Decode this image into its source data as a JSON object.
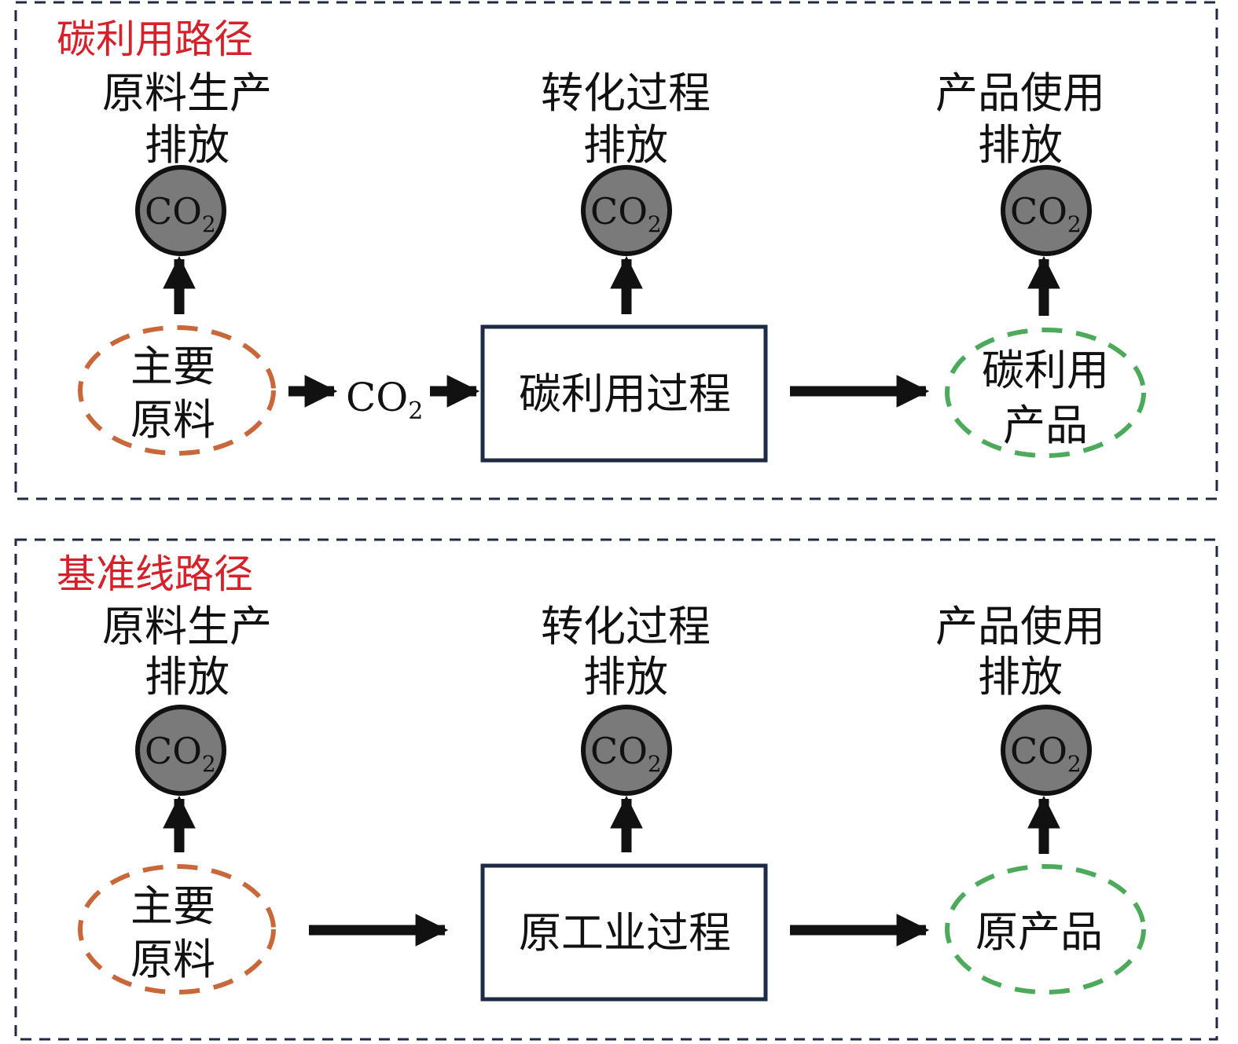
{
  "colors": {
    "panel_border": "#1f2a44",
    "panel_title": "#d4212a",
    "raw_material_ellipse": "#c8683a",
    "product_ellipse": "#4caa5a",
    "process_box_border": "#1f2a44",
    "co2_circle_fill": "#7a7a7a",
    "arrow": "#111111"
  },
  "co2": {
    "main": "CO",
    "sub": "2"
  },
  "panels": [
    {
      "title": "碳利用路径",
      "emissions": [
        {
          "line1": "原料生产",
          "line2": "排放"
        },
        {
          "line1": "转化过程",
          "line2": "排放"
        },
        {
          "line1": "产品使用",
          "line2": "排放"
        }
      ],
      "raw_material": {
        "line1": "主要",
        "line2": "原料"
      },
      "intermediate": {
        "main": "CO",
        "sub": "2"
      },
      "process": "碳利用过程",
      "product": {
        "line1": "碳利用",
        "line2": "产品"
      }
    },
    {
      "title": "基准线路径",
      "emissions": [
        {
          "line1": "原料生产",
          "line2": "排放"
        },
        {
          "line1": "转化过程",
          "line2": "排放"
        },
        {
          "line1": "产品使用",
          "line2": "排放"
        }
      ],
      "raw_material": {
        "line1": "主要",
        "line2": "原料"
      },
      "process": "原工业过程",
      "product": {
        "line1": "原产品"
      }
    }
  ]
}
